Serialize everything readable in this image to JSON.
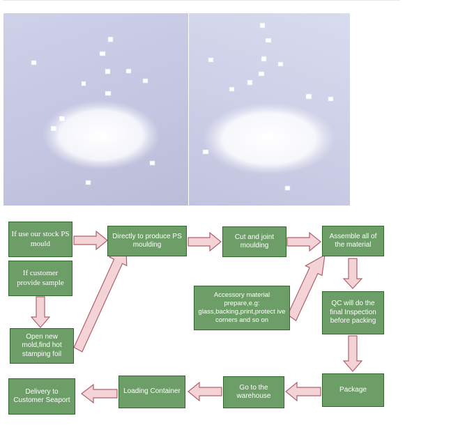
{
  "photos": {
    "left_label": "",
    "right_label": ""
  },
  "flow": {
    "stock_mould": "If use our stock PS mould",
    "customer_sample": "If customer provide sample",
    "open_mold": "Open new mold,find hot stamping foil",
    "produce": "Directly to produce PS moulding",
    "cut_joint": "Cut and joint moulding",
    "assemble": "Assemble all of the material",
    "accessory": "Accessory material prepare,e.g: glass,backing,print,protect ive corners and so on",
    "qc": "QC will do the final Inspection before packing",
    "package": "Package",
    "warehouse": "Go to the warehouse",
    "loading": "Loading Container",
    "delivery": "Delivery to Customer Seaport"
  },
  "colors": {
    "box_fill": "#6e9e68",
    "box_border": "#2f6a2c",
    "arrow_fill": "#f3d3d6",
    "arrow_stroke": "#b0606c"
  }
}
